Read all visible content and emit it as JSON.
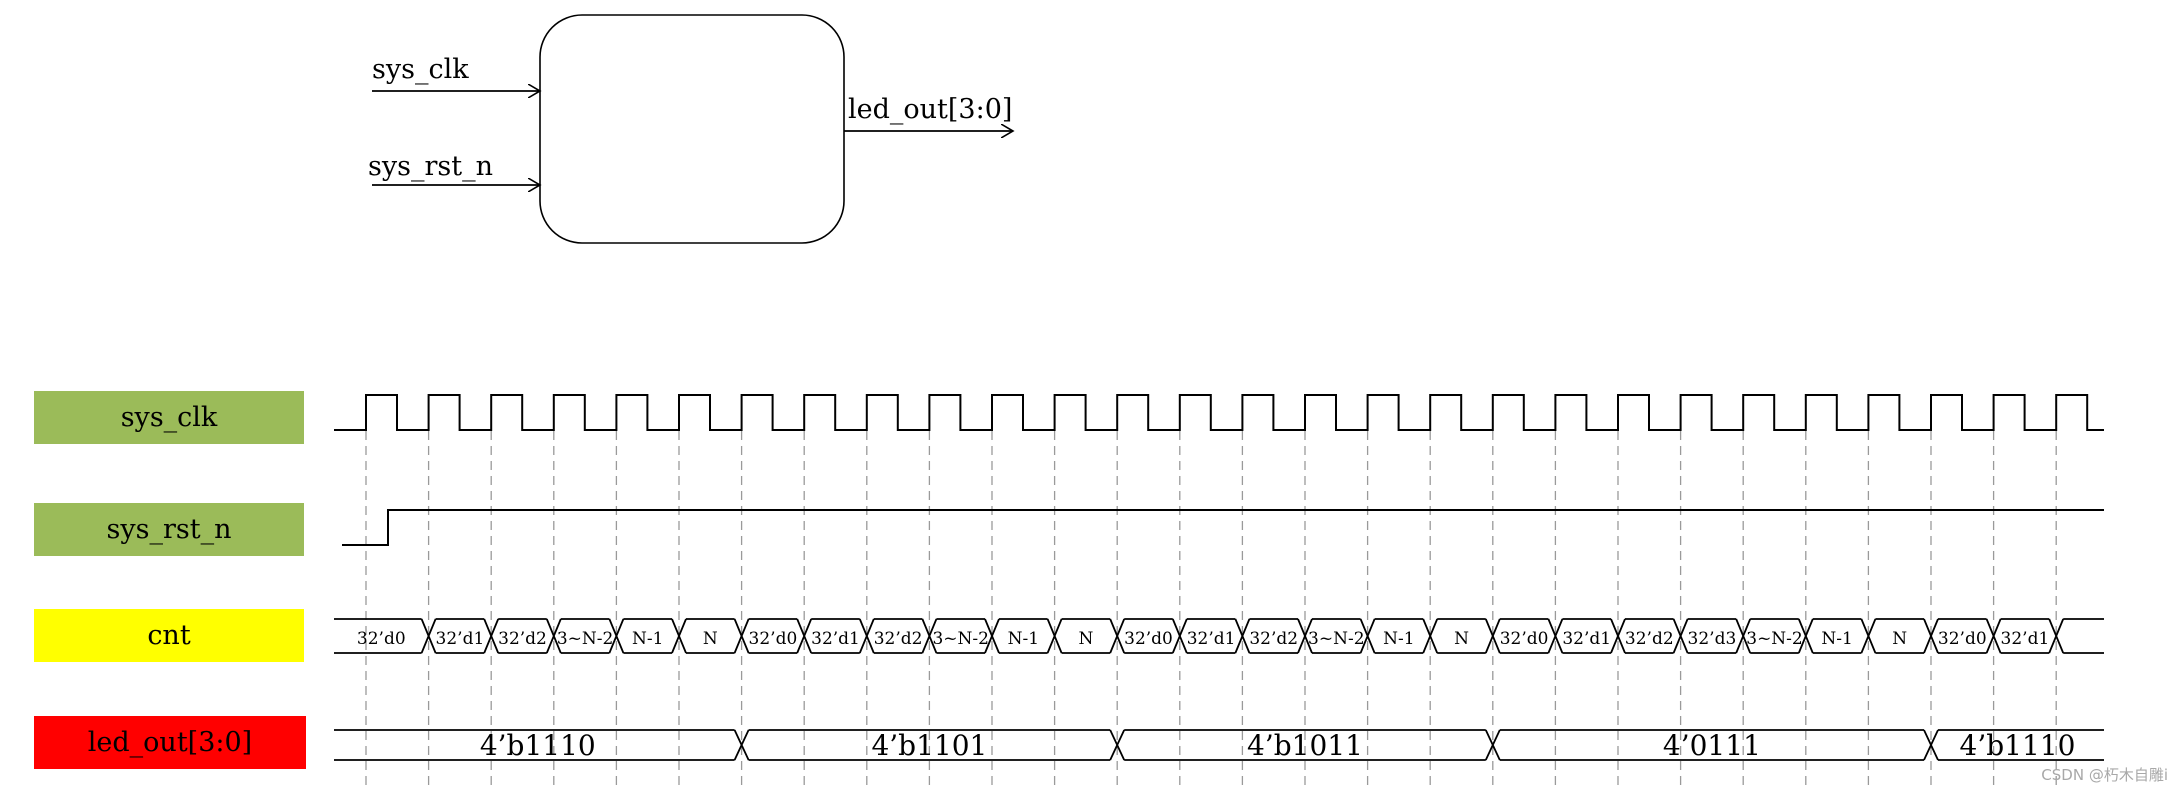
{
  "block": {
    "inputs": [
      "sys_clk",
      "sys_rst_n"
    ],
    "output": "led_out[3:0]"
  },
  "signals": [
    {
      "key": "clk",
      "label": "sys_clk",
      "color": "#9bbb59"
    },
    {
      "key": "rst",
      "label": "sys_rst_n",
      "color": "#9bbb59"
    },
    {
      "key": "cnt",
      "label": "cnt",
      "color": "#ffff00"
    },
    {
      "key": "led",
      "label": "led_out[3:0]",
      "color": "#ff0000"
    }
  ],
  "clock": {
    "cycles": 28
  },
  "cnt_segments": [
    "32’d0",
    "32’d1",
    "32’d2",
    "3~N-2",
    "N-1",
    "N",
    "32’d0",
    "32’d1",
    "32’d2",
    "3~N-2",
    "N-1",
    "N",
    "32’d0",
    "32’d1",
    "32’d2",
    "3~N-2",
    "N-1",
    "N",
    "32’d0",
    "32’d1",
    "32’d2",
    "32’d3",
    "3~N-2",
    "N-1",
    "N",
    "32’d0",
    "32’d1",
    ""
  ],
  "led_segments": [
    "4’b1110",
    "4’b1101",
    "4’b1011",
    "4’0111",
    "4’b1110"
  ],
  "watermark": "CSDN @朽木自雕i"
}
